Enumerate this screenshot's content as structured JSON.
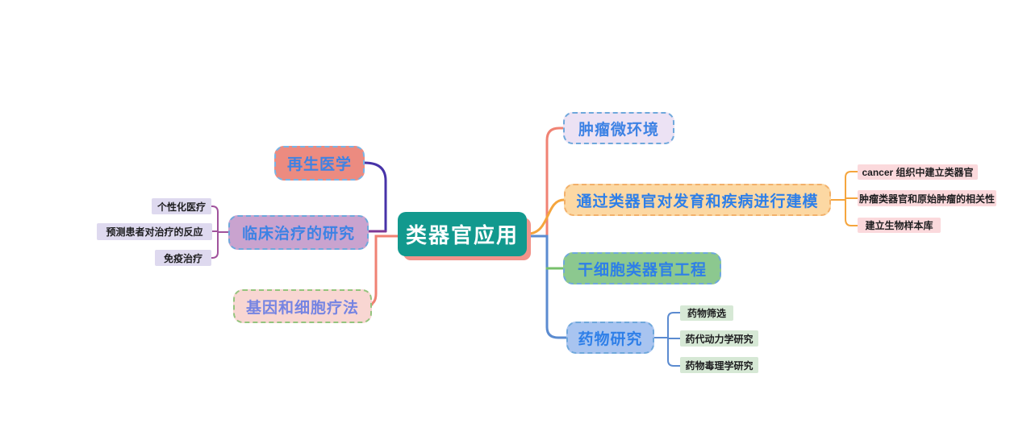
{
  "title": "类器官应用",
  "colors": {
    "salmon": "#f08273",
    "orange": "#f5a53d",
    "blue": "#5b8bd0",
    "green": "#77c06b",
    "indigo": "#4733a8",
    "purple": "#7d3996",
    "magenta": "#a0529c",
    "center_bg": "#12998e",
    "center_shadow": "#f2938a"
  },
  "nodes": {
    "center": {
      "label": "类器官应用"
    },
    "regenerative": {
      "label": "再生医学"
    },
    "clinical": {
      "label": "临床治疗的研究"
    },
    "clinical_children": [
      {
        "label": "个性化医疗"
      },
      {
        "label": "预测患者对治疗的反应"
      },
      {
        "label": "免疫治疗"
      }
    ],
    "gene_therapy": {
      "label": "基因和细胞疗法"
    },
    "tumor_micro": {
      "label": "肿瘤微环境"
    },
    "modeling": {
      "label": "通过类器官对发育和疾病进行建模"
    },
    "modeling_children": [
      {
        "label": "cancer 组织中建立类器官"
      },
      {
        "label": "肿瘤类器官和原始肿瘤的相关性"
      },
      {
        "label": "建立生物样本库"
      }
    ],
    "stem_cell": {
      "label": "干细胞类器官工程"
    },
    "drug": {
      "label": "药物研究"
    },
    "drug_children": [
      {
        "label": "药物筛选"
      },
      {
        "label": "药代动力学研究"
      },
      {
        "label": "药物毒理学研究"
      }
    ]
  }
}
